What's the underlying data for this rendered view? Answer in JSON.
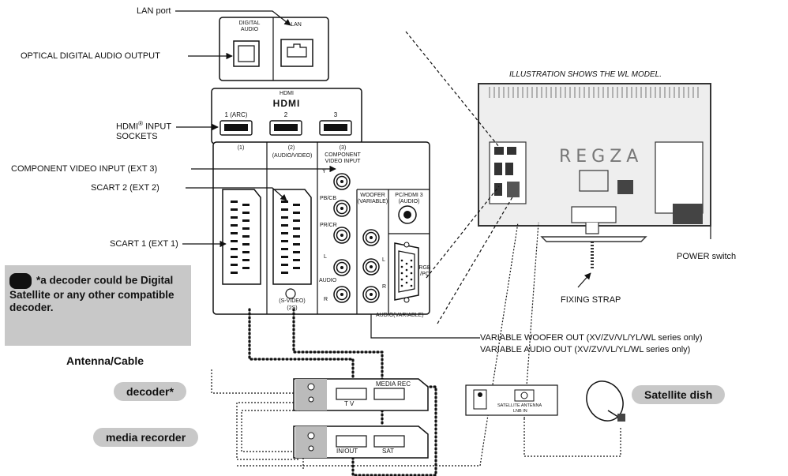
{
  "callouts": {
    "lan_port": "LAN port",
    "optical_out": "OPTICAL DIGITAL AUDIO OUTPUT",
    "hdmi_input_1": "HDMI",
    "hdmi_input_reg": "®",
    "hdmi_input_2": " INPUT",
    "hdmi_input_3": "SOCKETS",
    "component_input": "COMPONENT VIDEO INPUT (EXT 3)",
    "scart2": "SCART 2 (EXT 2)",
    "scart1": "SCART 1 (EXT 1)",
    "power_switch": "POWER switch",
    "fixing_strap": "FIXING STRAP",
    "woofer_out": "VARIABLE WOOFER OUT (XV/ZV/VL/YL/WL series only)",
    "audio_out": "VARIABLE AUDIO OUT (XV/ZV/VL/YL/WL series only)",
    "illustration_note": "ILLUSTRATION SHOWS THE WL MODEL."
  },
  "panel_labels": {
    "digital_audio": "DIGITAL\nAUDIO",
    "lan": "LAN",
    "hdmi_header": "HDMI",
    "hdmi_logo": "HDMI",
    "hdmi1": "1 (ARC)",
    "hdmi2": "2",
    "hdmi3": "3",
    "ext1": "(1)",
    "ext2": "(2)",
    "ext2_sub": "(AUDIO/VIDEO)",
    "ext3": "(3)",
    "component_video_input": "COMPONENT\nVIDEO INPUT",
    "y": "Y",
    "pb": "PB/CB",
    "pr": "PR/CR",
    "l": "L",
    "audio": "AUDIO",
    "r": "R",
    "woofer": "WOOFER\n(VARIABLE)",
    "pc_hdmi3_audio": "PC/HDMI 3\n(AUDIO)",
    "woofer_l": "L",
    "woofer_r": "R",
    "rgb_pc": "RGB\n/PC",
    "s_video": "(S-VIDEO)",
    "ext2s": "(2S)",
    "audio_variable": "AUDIO(VARIABLE)"
  },
  "tv": {
    "brand": "REGZA"
  },
  "note": {
    "text": "*a decoder could be Digital Satellite or any other compatible decoder."
  },
  "devices": {
    "antenna_cable": "Antenna/Cable",
    "decoder": "decoder*",
    "media_recorder": "media recorder",
    "satellite_dish": "Satellite dish",
    "decoder_media_rec": "MEDIA REC",
    "decoder_tv": "T V",
    "recorder_inout": "IN/OUT",
    "recorder_sat": "SAT",
    "wall_plate_antenna": "SATELLITE ANTENNA",
    "wall_plate_sub": "LNB IN"
  },
  "colors": {
    "panel_fill": "#ffffff",
    "note_bg": "#c8c8c8",
    "tv_fill": "#eeeeee",
    "line": "#111111"
  }
}
